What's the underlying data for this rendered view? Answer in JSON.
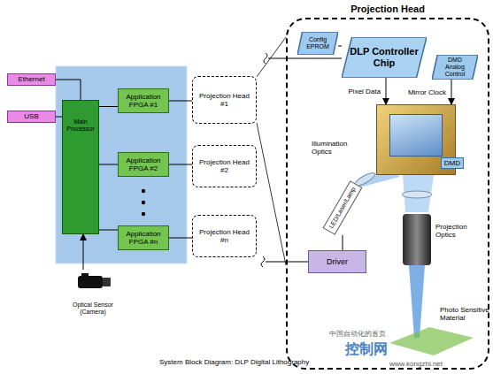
{
  "diagram": {
    "caption": "System Block Diagram: DLP Digital Lithography",
    "nodes": [
      {
        "text": [
          "Ethernet"
        ]
      },
      {
        "text": [
          "USB"
        ]
      },
      {
        "text": [
          "Main Processor"
        ]
      },
      {
        "text": [
          "Application FPGA #1"
        ]
      },
      {
        "text": [
          "Application FPGA #2"
        ]
      },
      {
        "text": [
          "Application FPGA #n"
        ]
      },
      {
        "text": [
          "Projection Head #1"
        ]
      },
      {
        "text": [
          "Projection Head #2"
        ]
      },
      {
        "text": [
          "Projection Head #n"
        ]
      },
      {
        "text": [
          "Optical Sensor (Camera)"
        ]
      },
      {
        "text": [
          "Projection Head"
        ]
      },
      {
        "text": [
          "Config EPROM"
        ],
        "in": 10
      },
      {
        "text": [
          "DLP Controller Chip"
        ],
        "in": 10
      },
      {
        "text": [
          "DMD Analog Control"
        ],
        "in": 10
      },
      {
        "text": [
          "DMD"
        ],
        "in": 10
      },
      {
        "text": [
          "LED/Laser/Lamp"
        ],
        "in": 10
      },
      {
        "text": [
          "Driver"
        ],
        "in": 10
      }
    ],
    "edges": [
      {
        "from": 0,
        "to": 2,
        "arrow": "none"
      },
      {
        "from": 1,
        "to": 2,
        "arrow": "none"
      },
      {
        "from": 2,
        "to": 3,
        "arrow": "none"
      },
      {
        "from": 2,
        "to": 4,
        "arrow": "none"
      },
      {
        "from": 2,
        "to": 5,
        "arrow": "none"
      },
      {
        "from": 9,
        "to": 2,
        "arrow": "to"
      },
      {
        "from": 3,
        "to": 6,
        "arrow": "none"
      },
      {
        "from": 4,
        "to": 7,
        "arrow": "none"
      },
      {
        "from": 5,
        "to": 8,
        "arrow": "none"
      },
      {
        "from": 11,
        "to": 12,
        "arrow": "none"
      },
      {
        "from": 12,
        "to": 14,
        "label": "Pixel Data",
        "arrow": "to"
      },
      {
        "from": 13,
        "to": 14,
        "label": "Mirror Clock",
        "arrow": "to"
      },
      {
        "from": 16,
        "to": 15,
        "arrow": "none"
      }
    ],
    "labels": [
      "Illumination Optics",
      "Projection Optics",
      "Photo Sensitive Material",
      "中国自动化的首页",
      "控制网",
      "www.kongzhi.net"
    ]
  }
}
